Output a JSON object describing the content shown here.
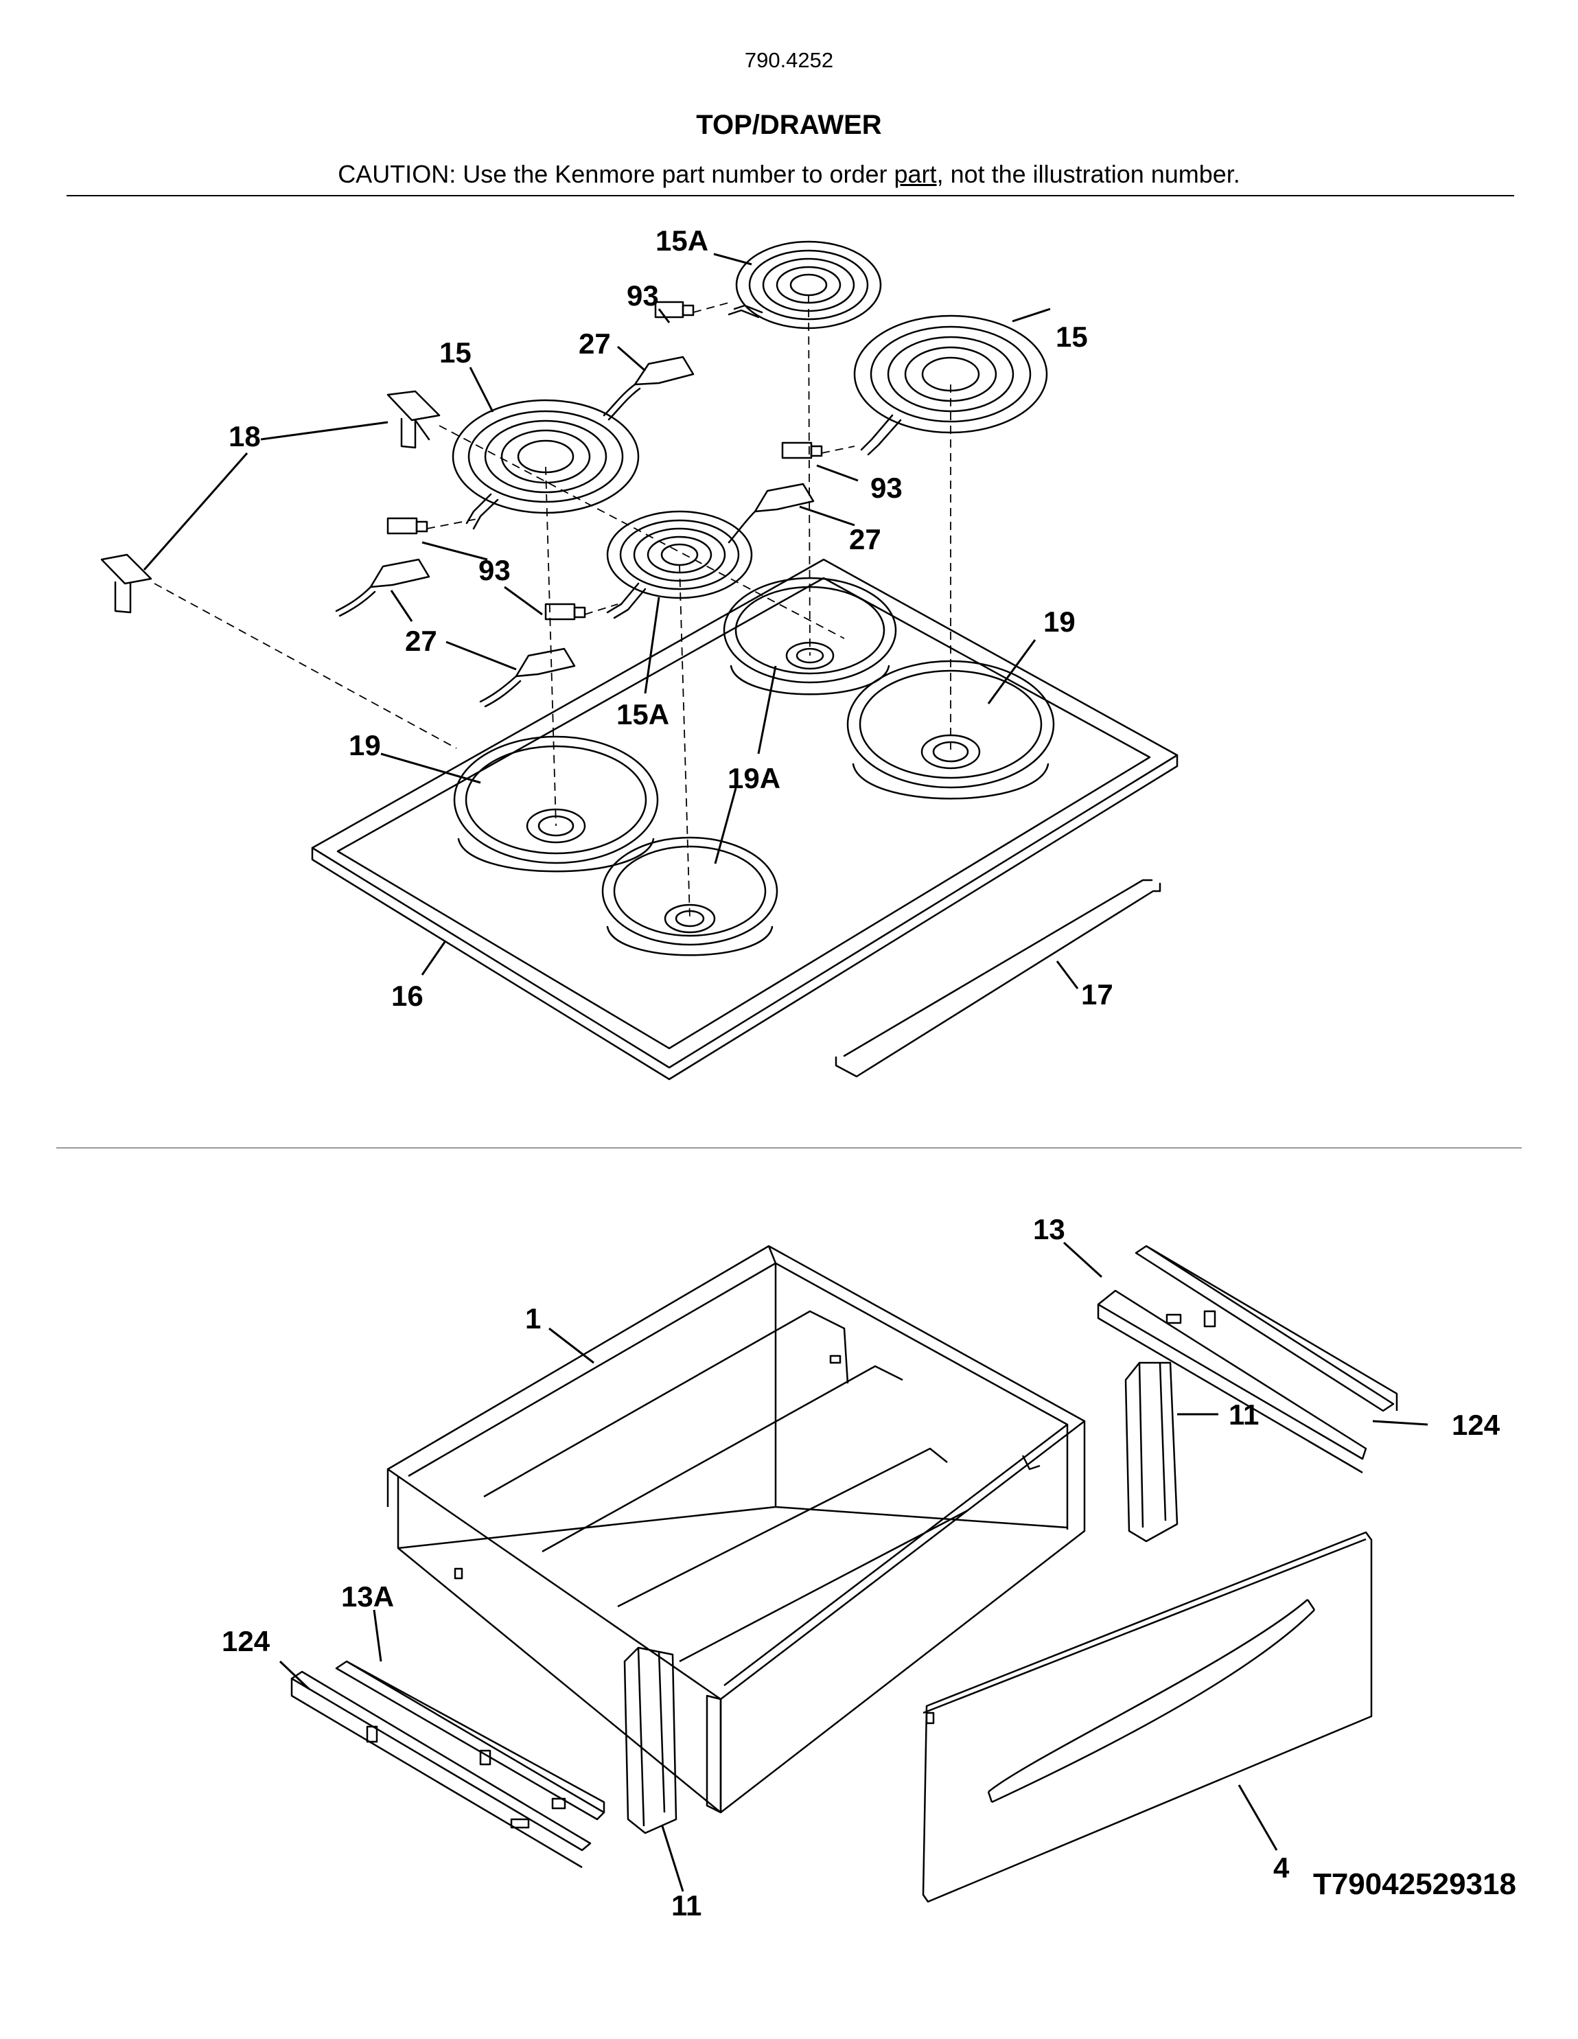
{
  "header": {
    "model": "790.4252",
    "title": "TOP/DRAWER",
    "caution_before": "CAUTION: Use the Kenmore part number to order ",
    "caution_link": "part",
    "caution_after": ", not the illustration number."
  },
  "footer": {
    "code": "T79042529318"
  },
  "callouts": {
    "c15a_top": "15A",
    "c93_a": "93",
    "c27_a": "27",
    "c15_left": "15",
    "c15_right": "15",
    "c18": "18",
    "c93_b": "93",
    "c27_b": "27",
    "c93_c": "93",
    "c27_c": "27",
    "c15a_mid": "15A",
    "c19_left": "19",
    "c19_right": "19",
    "c19a": "19A",
    "c16": "16",
    "c17": "17",
    "c13": "13",
    "c1": "1",
    "c11_right": "11",
    "c124_right": "124",
    "c13a": "13A",
    "c124_left": "124",
    "c11_left": "11",
    "c4": "4"
  }
}
